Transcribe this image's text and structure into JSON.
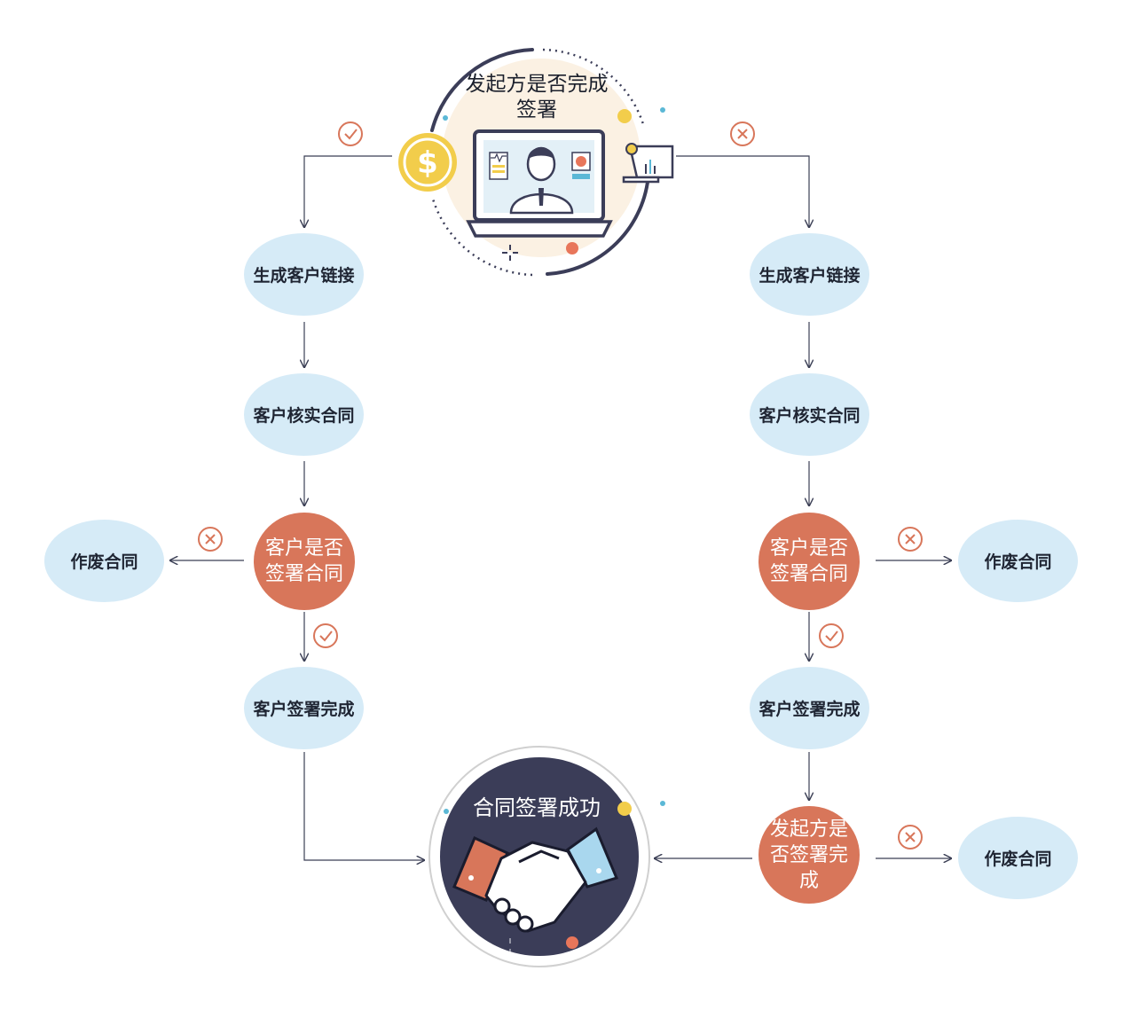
{
  "top": {
    "title": "发起方是否完成签署",
    "dollar_icon": "dollar-coin-icon",
    "computer_icon": "laptop-person-icon",
    "doc_icon": "chart-document-icon"
  },
  "left": {
    "generate_link": "生成客户链接",
    "verify_contract": "客户核实合同",
    "decision": "客户是否签署合同",
    "void": "作废合同",
    "signed": "客户签署完成"
  },
  "right": {
    "generate_link": "生成客户链接",
    "verify_contract": "客户核实合同",
    "decision": "客户是否签署合同",
    "void": "作废合同",
    "signed": "客户签署完成",
    "initiator_decision": "发起方是否签署完成",
    "void2": "作废合同"
  },
  "bottom": {
    "title": "合同签署成功",
    "handshake_icon": "handshake-icon"
  },
  "colors": {
    "node_blue": "#d6ebf7",
    "node_orange": "#d8765a",
    "line": "#3b3f55",
    "success_bg": "#3b3d58",
    "mark": "#d8765a"
  }
}
